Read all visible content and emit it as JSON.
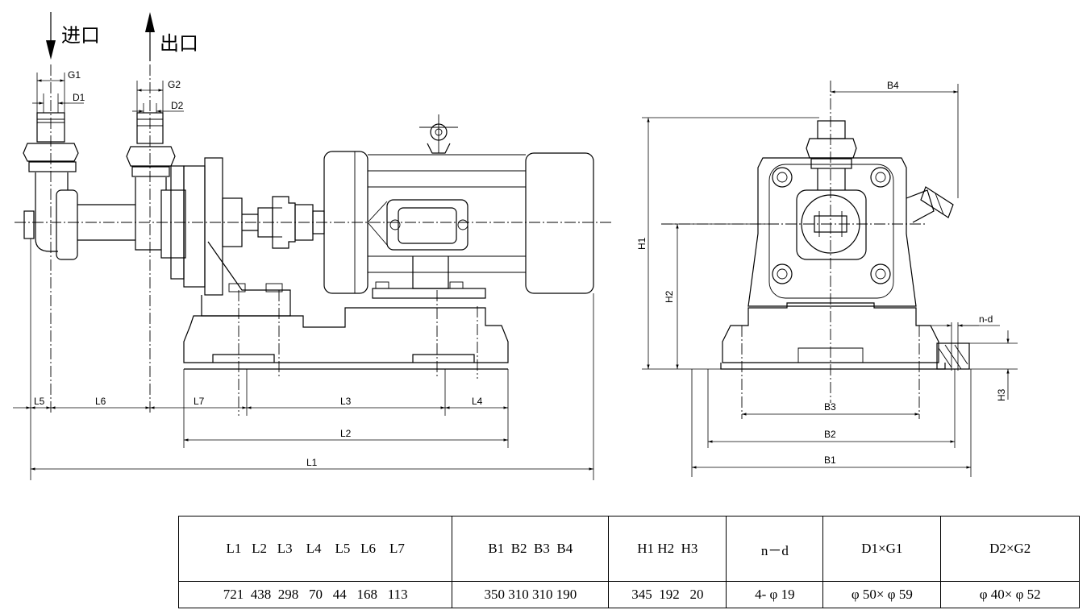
{
  "flow_labels": {
    "inlet": "进口",
    "outlet": "出口"
  },
  "side_view_labels": {
    "g1": "G1",
    "d1": "D1",
    "g2": "G2",
    "d2": "D2",
    "l1": "L1",
    "l2": "L2",
    "l3": "L3",
    "l4": "L4",
    "l5": "L5",
    "l6": "L6",
    "l7": "L7"
  },
  "end_view_labels": {
    "b1": "B1",
    "b2": "B2",
    "b3": "B3",
    "b4": "B4",
    "h1": "H1",
    "h2": "H2",
    "h3": "H3",
    "nd": "n-d"
  },
  "table": {
    "headers": [
      "L1   L2   L3    L4    L5   L6    L7",
      "B1  B2  B3  B4",
      "H1 H2  H3",
      "n－d",
      "D1×G1",
      "D2×G2"
    ],
    "values": [
      "721  438  298   70   44   168   113",
      "350 310 310 190",
      "345  192   20",
      "4- φ 19",
      "φ 50× φ 59",
      "φ 40× φ 52"
    ]
  }
}
